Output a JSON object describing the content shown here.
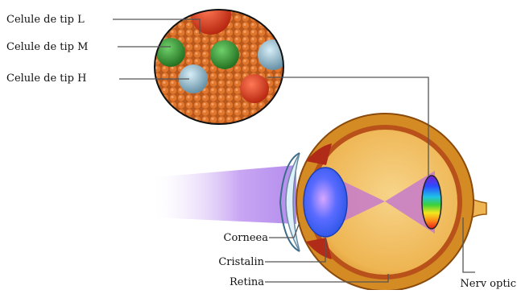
{
  "labels": {
    "cells_l": "Celule de tip L",
    "cells_m": "Celule de tip M",
    "cells_h": "Celule de tip H",
    "cornea": "Corneea",
    "lens": "Cristalin",
    "retina": "Retina",
    "optic_nerve": "Nerv optic"
  },
  "colors": {
    "outline": "#4a4a4a",
    "retina_orange": "#e8a53c",
    "eyeball_yellow": "#f3c46a",
    "lens_blue": "#3b73ff",
    "cone_red": "#d33a1e",
    "cone_green": "#2f8a2a",
    "cone_blue_grey": "#8fb4c8",
    "light_beam": "#c9a6f3"
  }
}
